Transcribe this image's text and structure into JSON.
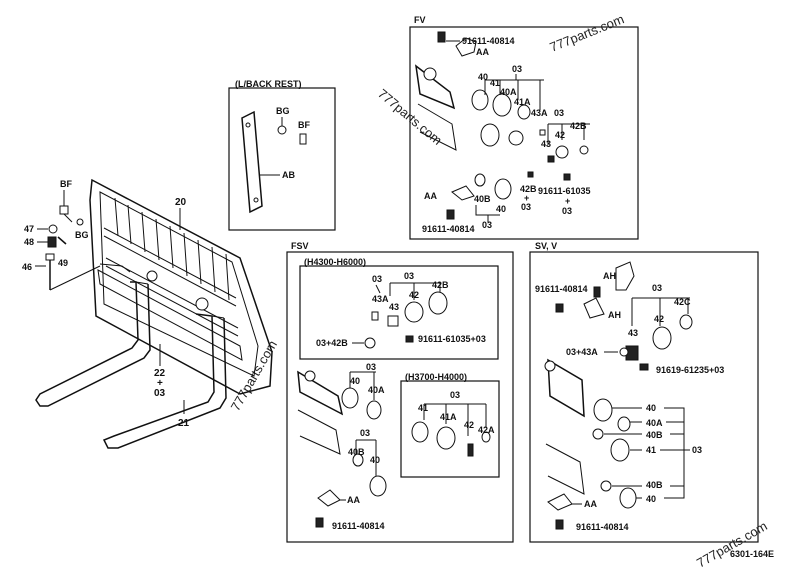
{
  "watermark": "777parts.com",
  "drawing_no": "6301-164E",
  "sections": {
    "fv": "FV",
    "lbr": "(L/BACK REST)",
    "fsv": "FSV",
    "fsv_sub1": "(H4300-H6000)",
    "fsv_sub2": "(H3700-H4000)",
    "sv": "SV, V"
  },
  "labels": {
    "n03": "03",
    "n20": "20",
    "n21": "21",
    "n22": "22",
    "plus": "+",
    "n40": "40",
    "n41": "41",
    "n40A": "40A",
    "n41A": "41A",
    "n43A": "43A",
    "n42": "42",
    "n43": "43",
    "n42B": "42B",
    "n40B": "40B",
    "n42A": "42A",
    "n42C": "42C",
    "AA": "AA",
    "AB": "AB",
    "AH": "AH",
    "BF": "BF",
    "BG": "BG",
    "n46": "46",
    "n47": "47",
    "n48": "48",
    "n49": "49",
    "p40814": "91611-40814",
    "p61035": "91611-61035",
    "p61035_03": "91611-61035+03",
    "p61235_03": "91619-61235+03",
    "p03_42B": "03+42B",
    "p03_43A": "03+43A"
  }
}
